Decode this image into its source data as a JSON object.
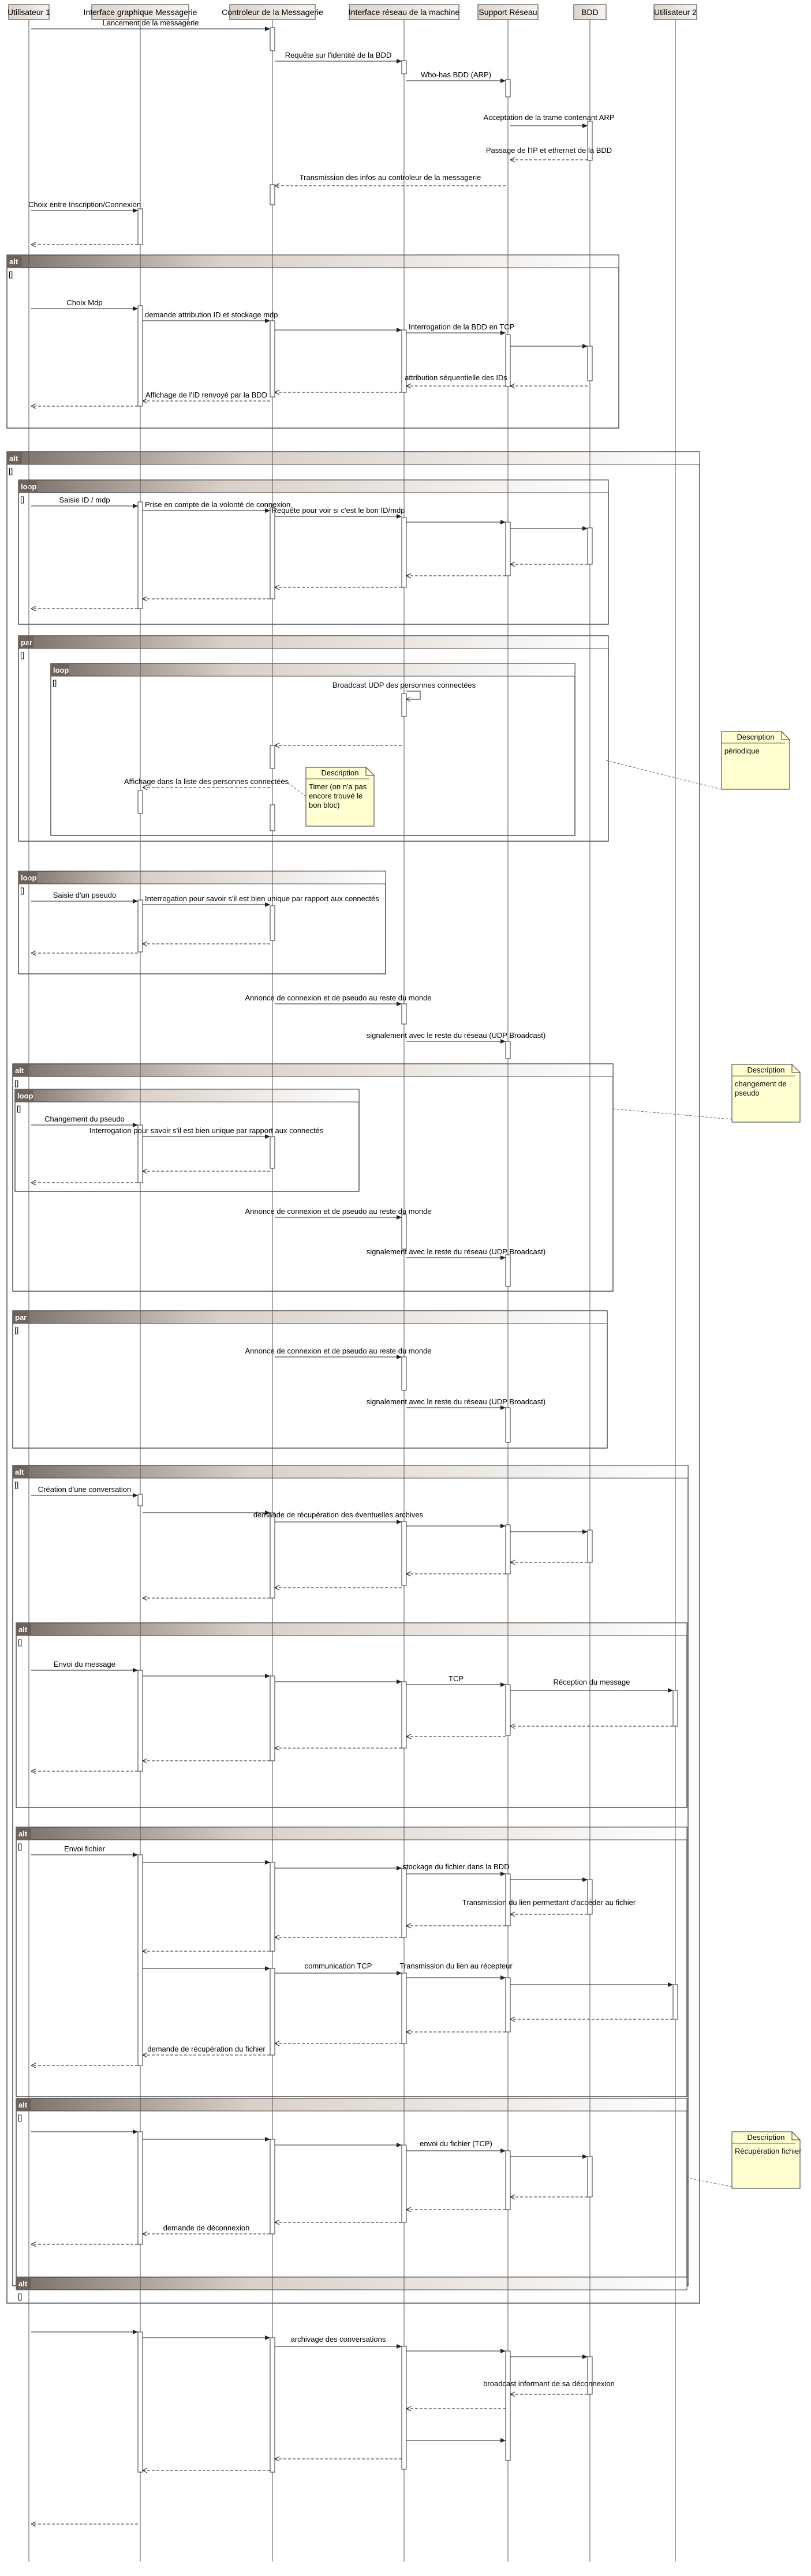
{
  "participants": [
    {
      "id": "u1",
      "label": "Utilisateur 1"
    },
    {
      "id": "ig",
      "label": "Interface graphique Messagerie"
    },
    {
      "id": "cm",
      "label": "Controleur de la Messagerie"
    },
    {
      "id": "ir",
      "label": "Interface réseau de la machine"
    },
    {
      "id": "sr",
      "label": "Support Réseau"
    },
    {
      "id": "bdd",
      "label": "BDD"
    },
    {
      "id": "u2",
      "label": "Utilisateur 2"
    }
  ],
  "frames": [
    {
      "tag": "alt"
    },
    {
      "tag": "alt"
    },
    {
      "tag": "loop"
    },
    {
      "tag": "par"
    },
    {
      "tag": "loop"
    },
    {
      "tag": "loop"
    },
    {
      "tag": "alt"
    },
    {
      "tag": "loop"
    },
    {
      "tag": "par"
    },
    {
      "tag": "alt"
    },
    {
      "tag": "alt"
    },
    {
      "tag": "alt"
    },
    {
      "tag": "alt"
    },
    {
      "tag": "alt"
    }
  ],
  "guard_mark": "[]",
  "messages": [
    {
      "label": "Lancement de la messagerie"
    },
    {
      "label": "Requête sur l'identité de la BDD"
    },
    {
      "label": "Who-has BDD (ARP)"
    },
    {
      "label": "Acceptation de la trame contenant ARP"
    },
    {
      "label": "Passage de l'IP et ethernet de la BDD"
    },
    {
      "label": "Transmission des infos au controleur de la messagerie"
    },
    {
      "label": "Choix entre Inscription/Connexion"
    },
    {
      "label": ""
    },
    {
      "label": "Choix Mdp"
    },
    {
      "label": "demande attribution ID et stockage mdp"
    },
    {
      "label": ""
    },
    {
      "label": "Interrogation de la BDD en TCP"
    },
    {
      "label": ""
    },
    {
      "label": ""
    },
    {
      "label": "attribution séquentielle des IDs"
    },
    {
      "label": ""
    },
    {
      "label": "Affichage de l'ID renvoyé par la BDD"
    },
    {
      "label": ""
    },
    {
      "label": "Saisie ID / mdp"
    },
    {
      "label": "Prise en compte de la volonté de connexion"
    },
    {
      "label": "Requête pour voir si c'est le bon ID/mdp"
    },
    {
      "label": ""
    },
    {
      "label": ""
    },
    {
      "label": ""
    },
    {
      "label": ""
    },
    {
      "label": ""
    },
    {
      "label": ""
    },
    {
      "label": ""
    },
    {
      "label": "Broadcast UDP des personnes connectées"
    },
    {
      "label": ""
    },
    {
      "label": "Affichage dans la liste des personnes connectées"
    },
    {
      "label": "Saisie d'un pseudo"
    },
    {
      "label": "Interrogation pour savoir s'il est bien unique  par rapport aux connectés"
    },
    {
      "label": ""
    },
    {
      "label": ""
    },
    {
      "label": "Annonce de connexion et de pseudo au reste du monde"
    },
    {
      "label": "signalement avec le reste du réseau (UDP Broadcast)"
    },
    {
      "label": "Changement du pseudo"
    },
    {
      "label": "Interrogation pour savoir s'il est bien unique  par rapport aux connectés"
    },
    {
      "label": ""
    },
    {
      "label": ""
    },
    {
      "label": "Annonce de connexion et de pseudo au reste du monde"
    },
    {
      "label": "signalement avec le reste du réseau (UDP Broadcast)"
    },
    {
      "label": "Annonce de connexion et de pseudo au reste du monde"
    },
    {
      "label": "signalement avec le reste du réseau (UDP Broadcast)"
    },
    {
      "label": "Création d'une conversation"
    },
    {
      "label": ""
    },
    {
      "label": "demande de récupération des éventuelles archives"
    },
    {
      "label": ""
    },
    {
      "label": ""
    },
    {
      "label": ""
    },
    {
      "label": ""
    },
    {
      "label": ""
    },
    {
      "label": ""
    },
    {
      "label": "Envoi du message"
    },
    {
      "label": ""
    },
    {
      "label": ""
    },
    {
      "label": "TCP"
    },
    {
      "label": "Réception du message"
    },
    {
      "label": ""
    },
    {
      "label": ""
    },
    {
      "label": ""
    },
    {
      "label": ""
    },
    {
      "label": ""
    },
    {
      "label": "Envoi fichier"
    },
    {
      "label": ""
    },
    {
      "label": ""
    },
    {
      "label": "stockage du fichier dans la BDD"
    },
    {
      "label": ""
    },
    {
      "label": "Transmission du lien permettant d'accéder au fichier"
    },
    {
      "label": ""
    },
    {
      "label": ""
    },
    {
      "label": ""
    },
    {
      "label": ""
    },
    {
      "label": "communication TCP"
    },
    {
      "label": "Transmission du lien au récepteur"
    },
    {
      "label": ""
    },
    {
      "label": ""
    },
    {
      "label": ""
    },
    {
      "label": ""
    },
    {
      "label": "demande de récupération du fichier"
    },
    {
      "label": ""
    },
    {
      "label": ""
    },
    {
      "label": ""
    },
    {
      "label": ""
    },
    {
      "label": "envoi du fichier (TCP)"
    },
    {
      "label": ""
    },
    {
      "label": ""
    },
    {
      "label": ""
    },
    {
      "label": ""
    },
    {
      "label": "demande de déconnexion"
    },
    {
      "label": ""
    },
    {
      "label": ""
    },
    {
      "label": ""
    },
    {
      "label": "archivage des conversations"
    },
    {
      "label": ""
    },
    {
      "label": ""
    },
    {
      "label": "broadcast informant de sa déconnexion"
    },
    {
      "label": ""
    },
    {
      "label": ""
    }
  ],
  "notes": [
    {
      "title": "Description",
      "lines": [
        "Timer (on n'a pas",
        "encore trouvé le",
        "bon bloc)"
      ]
    },
    {
      "title": "Description",
      "lines": [
        "périodique"
      ]
    },
    {
      "title": "Description",
      "lines": [
        "changement de",
        "pseudo"
      ]
    },
    {
      "title": "Description",
      "lines": [
        "Récupération fichier"
      ]
    }
  ]
}
